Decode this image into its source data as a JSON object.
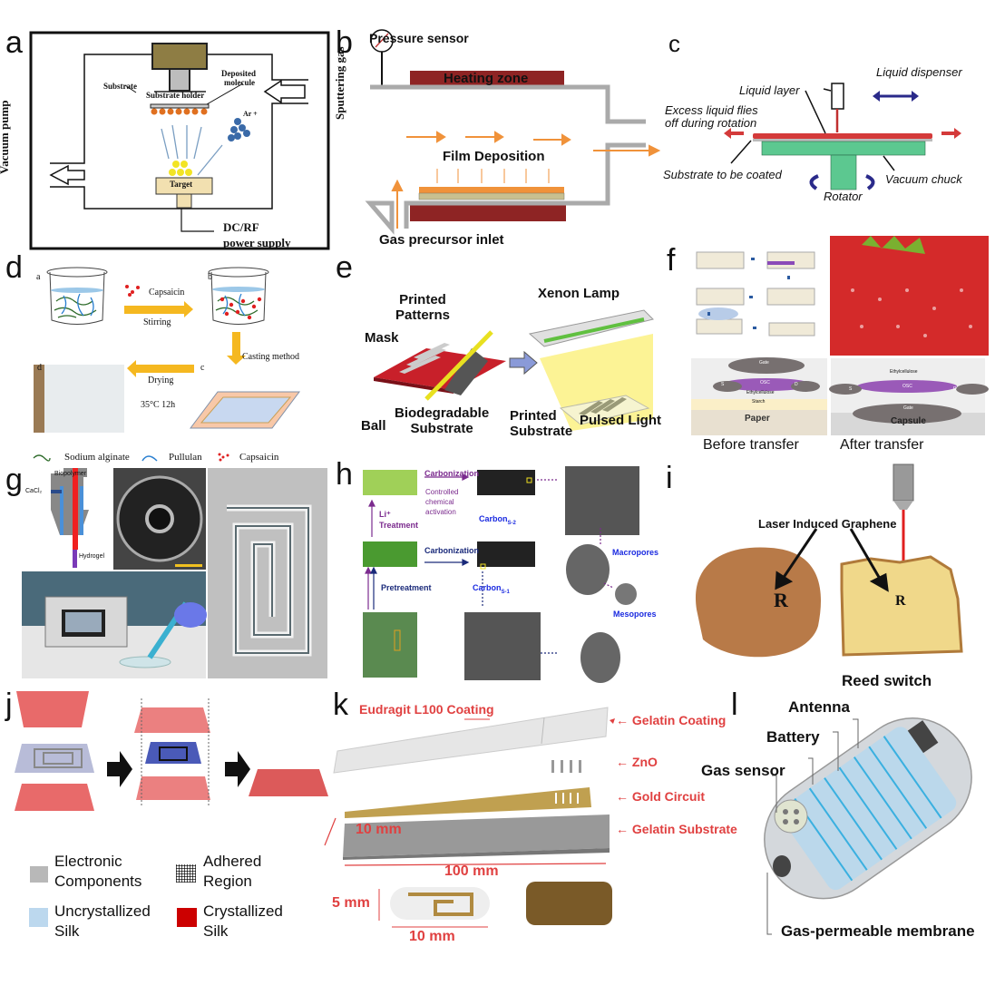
{
  "panels": {
    "a": {
      "label": "a",
      "substrate": "Substrate",
      "substrate_holder": "Substrate holder",
      "deposited_molecule_1": "Deposited",
      "deposited_molecule_2": "molecule",
      "ar": "Ar +",
      "target": "Target",
      "vacuum_pump": "Vacuum pump",
      "sputtering_gas": "Sputtering gas",
      "power_1": "DC/RF",
      "power_2": "power supply"
    },
    "b": {
      "label": "b",
      "pressure_sensor": "Pressure sensor",
      "heating_zone": "Heating zone",
      "film_deposition": "Film Deposition",
      "gas_inlet": "Gas precursor inlet"
    },
    "c": {
      "label": "c",
      "liquid_dispenser": "Liquid dispenser",
      "liquid_layer": "Liquid layer",
      "excess_1": "Excess liquid flies",
      "excess_2": "off during rotation",
      "substrate": "Substrate to be coated",
      "vacuum_chuck": "Vacuum chuck",
      "rotator": "Rotator"
    },
    "d": {
      "label": "d",
      "step_a": "a",
      "step_b": "b",
      "step_c": "c",
      "step_d": "d",
      "capsaicin": "Capsaicin",
      "stirring": "Stirring",
      "casting": "Casting method",
      "drying": "Drying",
      "drying_cond": "35°C  12h",
      "legend": [
        {
          "name": "Sodium alginate",
          "color": "#2e6b2a"
        },
        {
          "name": "Pullulan",
          "color": "#2a7fd0"
        },
        {
          "name": "Capsaicin",
          "color": "#e02020"
        }
      ]
    },
    "e": {
      "label": "e",
      "printed_patterns_1": "Printed",
      "printed_patterns_2": "Patterns",
      "mask": "Mask",
      "ball": "Ball",
      "biodeg_1": "Biodegradable",
      "biodeg_2": "Substrate",
      "xenon": "Xenon Lamp",
      "printed_sub_1": "Printed",
      "printed_sub_2": "Substrate",
      "pulsed": "Pulsed Light"
    },
    "f": {
      "label": "f",
      "before": "Before transfer",
      "after": "After transfer",
      "gate": "Gate",
      "osc": "OSC",
      "s": "S",
      "d": "D",
      "ethylcellulose": "Ethylcellulose",
      "starch": "Starch",
      "paper": "Paper",
      "capsule": "Capsule"
    },
    "g": {
      "label": "g",
      "biopolymer": "Biopolymer",
      "cacl2": "CaCl₂",
      "hydrogel": "Hydrogel"
    },
    "h": {
      "label": "h",
      "carbonization_top": "Carbonization",
      "controlled_1": "Controlled",
      "controlled_2": "chemical",
      "controlled_3": "activation",
      "li_1": "Li⁺",
      "li_2": "Treatment",
      "carbon_s2": "Carbon",
      "carbon_s2_sub": "S-2",
      "carbonization_mid": "Carbonization",
      "carbon_s1": "Carbon",
      "carbon_s1_sub": "S-1",
      "pretreatment": "Pretreatment",
      "macropores": "Macropores",
      "mesopores": "Mesopores"
    },
    "i": {
      "label": "i",
      "lig": "Laser Induced Graphene",
      "mark": "R"
    },
    "j": {
      "label": "j",
      "legend": [
        {
          "name_1": "Electronic",
          "name_2": "Components",
          "color": "#b8b8b8"
        },
        {
          "name_1": "Adhered",
          "name_2": "Region",
          "color": "#555555"
        },
        {
          "name_1": "Uncrystallized",
          "name_2": "Silk",
          "color": "#bcd8ee"
        },
        {
          "name_1": "Crystallized",
          "name_2": "Silk",
          "color": "#cc0000"
        }
      ]
    },
    "k": {
      "label": "k",
      "eudragit": "Eudragit L100 Coating",
      "gelatin_coating": "Gelatin Coating",
      "zno": "ZnO",
      "gold": "Gold Circuit",
      "gelatin_substrate": "Gelatin Substrate",
      "dim_10a": "10 mm",
      "dim_100": "100 mm",
      "dim_5": "5 mm",
      "dim_10b": "10 mm"
    },
    "l": {
      "label": "l",
      "reed": "Reed switch",
      "antenna": "Antenna",
      "battery": "Battery",
      "gas_sensor": "Gas sensor",
      "membrane": "Gas-permeable membrane"
    }
  },
  "colors": {
    "accent_red": "#e04040",
    "orange": "#f0923a",
    "heater": "#8e2424",
    "purple": "#7b2b8e",
    "navy": "#1a2a7a"
  }
}
